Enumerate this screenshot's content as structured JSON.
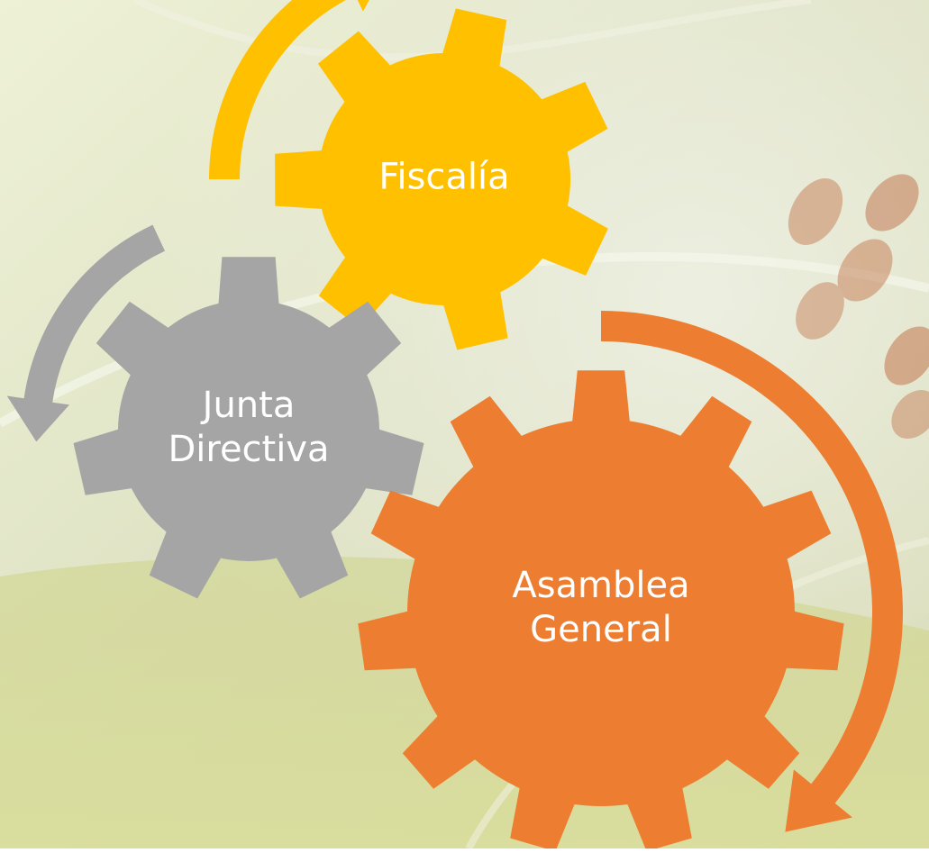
{
  "colors": {
    "fiscalia": "#FFC000",
    "junta": "#A5A5A5",
    "asamblea": "#ED7D31",
    "arrow_yellow": "#FFC000",
    "arrow_gray": "#A5A5A5",
    "arrow_orange": "#ED7D31"
  },
  "gears": {
    "fiscalia": {
      "label": "Fiscalía",
      "teeth": 7
    },
    "junta": {
      "line1": "Junta",
      "line2": "Directiva",
      "teeth": 7
    },
    "asamblea": {
      "line1": "Asamblea",
      "line2": "General",
      "teeth": 11
    }
  }
}
